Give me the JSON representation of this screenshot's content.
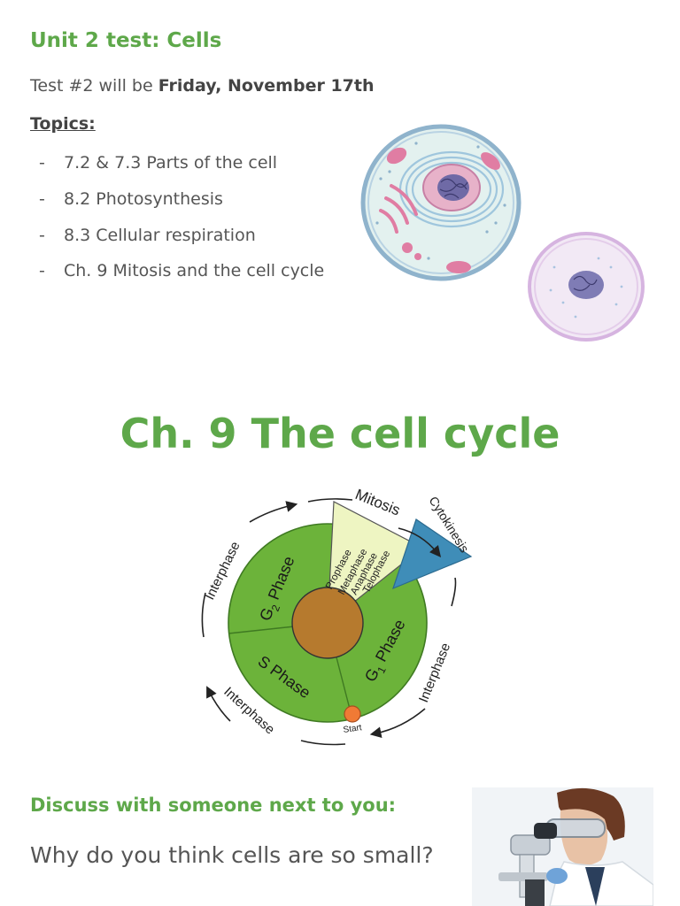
{
  "header": {
    "title": "Unit 2 test: Cells",
    "test_prefix": "Test #2 will be ",
    "test_date": "Friday, November 17th",
    "topics_label": "Topics:",
    "topic_bullet": "-",
    "topics": [
      "7.2 & 7.3 Parts of the cell",
      "8.2 Photosynthesis",
      "8.3 Cellular respiration",
      "Ch. 9 Mitosis and the cell cycle"
    ]
  },
  "section_title": "Ch. 9 The cell cycle",
  "diagram": {
    "mitosis": "Mitosis",
    "cytokinesis": "Cytokinesis",
    "mitosis_stages": [
      "Prophase",
      "Metaphase",
      "Anaphase",
      "Telophase"
    ],
    "g2": "G",
    "g2_sub": "2",
    "g2_rest": "Phase",
    "s_phase": "S Phase",
    "g1": "G",
    "g1_sub": "1",
    "g1_rest": "Phase",
    "interphase_labels": [
      "Interphase",
      "Interphase",
      "Interphase"
    ],
    "start": "Start"
  },
  "discussion": {
    "heading": "Discuss with someone next to you:",
    "question": "Why do you think cells are so small?"
  },
  "colors": {
    "accent_green": "#5ea84a",
    "phase_green": "#6cb33a",
    "mitosis_wedge": "#eef5c2",
    "cytokinesis_blue": "#3f8db8",
    "center_brown": "#b67a2e",
    "start_orange": "#f07a35"
  }
}
